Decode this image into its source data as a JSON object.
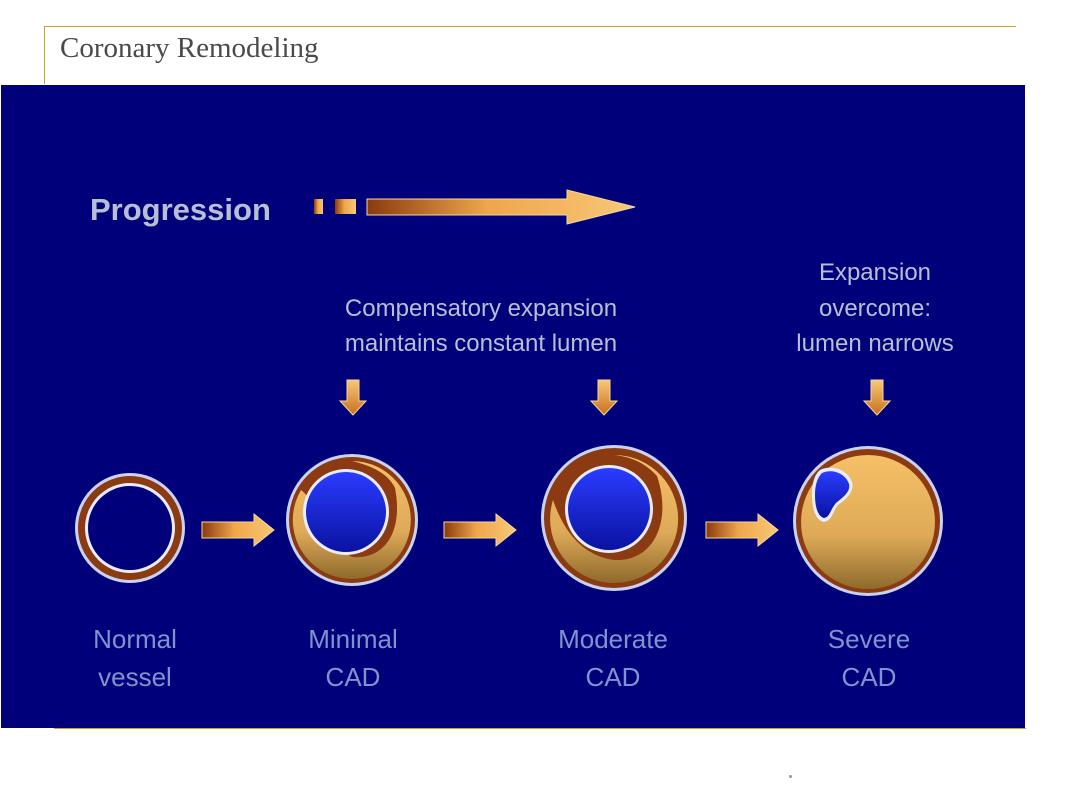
{
  "slide": {
    "title": "Coronary Remodeling"
  },
  "diagram": {
    "progression_label": "Progression",
    "note_compensatory": [
      "Compensatory expansion",
      "maintains constant lumen"
    ],
    "note_overcome": [
      "Expansion",
      "overcome:",
      "lumen narrows"
    ],
    "stages": [
      {
        "label": [
          "Normal",
          "vessel"
        ],
        "lumen_fraction": 1.0
      },
      {
        "label": [
          "Minimal",
          "CAD"
        ]
      },
      {
        "label": [
          "Moderate",
          "CAD"
        ]
      },
      {
        "label": [
          "Severe",
          "CAD"
        ]
      }
    ],
    "colors": {
      "panel": "#00007a",
      "vessel_wall": "#8b3a12",
      "plaque": "#e8b05a",
      "lumen": "#1c2cff",
      "arrow": "#f0a64a",
      "text": "#b8bfd4",
      "stage_label": "#7e94ce"
    }
  }
}
